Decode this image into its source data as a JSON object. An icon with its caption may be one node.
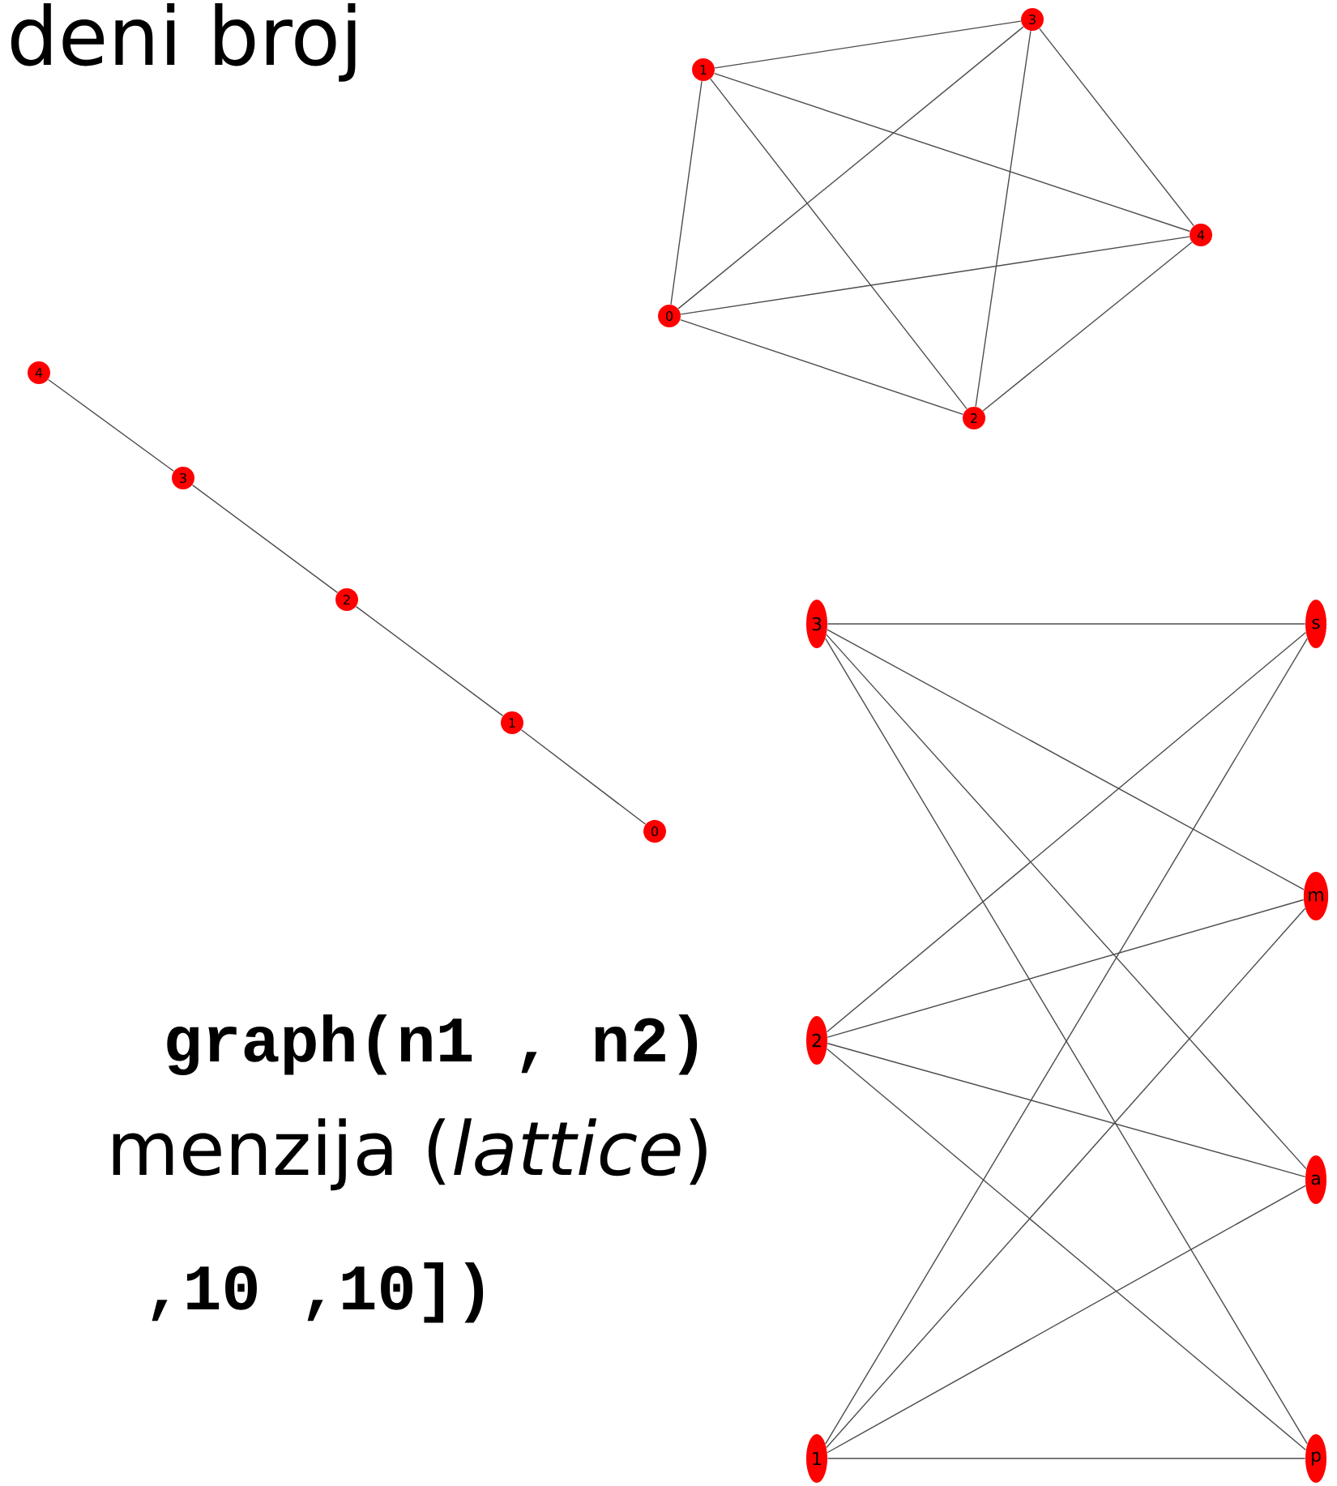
{
  "diagram": {
    "nodes": [
      {
        "text": [
          "0"
        ]
      },
      {
        "text": [
          "1"
        ]
      },
      {
        "text": [
          "2"
        ]
      },
      {
        "text": [
          "3"
        ]
      },
      {
        "text": [
          "4"
        ]
      },
      {
        "text": [
          "4"
        ]
      },
      {
        "text": [
          "3"
        ]
      },
      {
        "text": [
          "2"
        ]
      },
      {
        "text": [
          "1"
        ]
      },
      {
        "text": [
          "0"
        ]
      },
      {
        "text": [
          "3"
        ]
      },
      {
        "text": [
          "2"
        ]
      },
      {
        "text": [
          "1"
        ]
      },
      {
        "text": [
          "s"
        ]
      },
      {
        "text": [
          "m"
        ]
      },
      {
        "text": [
          "a"
        ]
      },
      {
        "text": [
          "p"
        ]
      }
    ],
    "edges": [
      {
        "from": 0,
        "to": 1,
        "arrow": "none"
      },
      {
        "from": 0,
        "to": 2,
        "arrow": "none"
      },
      {
        "from": 0,
        "to": 3,
        "arrow": "none"
      },
      {
        "from": 0,
        "to": 4,
        "arrow": "none"
      },
      {
        "from": 1,
        "to": 2,
        "arrow": "none"
      },
      {
        "from": 1,
        "to": 3,
        "arrow": "none"
      },
      {
        "from": 1,
        "to": 4,
        "arrow": "none"
      },
      {
        "from": 2,
        "to": 3,
        "arrow": "none"
      },
      {
        "from": 2,
        "to": 4,
        "arrow": "none"
      },
      {
        "from": 3,
        "to": 4,
        "arrow": "none"
      },
      {
        "from": 5,
        "to": 6,
        "arrow": "none"
      },
      {
        "from": 6,
        "to": 7,
        "arrow": "none"
      },
      {
        "from": 7,
        "to": 8,
        "arrow": "none"
      },
      {
        "from": 8,
        "to": 9,
        "arrow": "none"
      },
      {
        "from": 10,
        "to": 13,
        "arrow": "none"
      },
      {
        "from": 10,
        "to": 14,
        "arrow": "none"
      },
      {
        "from": 10,
        "to": 15,
        "arrow": "none"
      },
      {
        "from": 10,
        "to": 16,
        "arrow": "none"
      },
      {
        "from": 11,
        "to": 13,
        "arrow": "none"
      },
      {
        "from": 11,
        "to": 14,
        "arrow": "none"
      },
      {
        "from": 11,
        "to": 15,
        "arrow": "none"
      },
      {
        "from": 11,
        "to": 16,
        "arrow": "none"
      },
      {
        "from": 12,
        "to": 13,
        "arrow": "none"
      },
      {
        "from": 12,
        "to": 14,
        "arrow": "none"
      },
      {
        "from": 12,
        "to": 15,
        "arrow": "none"
      },
      {
        "from": 12,
        "to": 16,
        "arrow": "none"
      }
    ],
    "labels": [
      "deni broj",
      "graph(n1 , n2)",
      "menzija (*lattice*)",
      ",10 ,10])"
    ]
  }
}
